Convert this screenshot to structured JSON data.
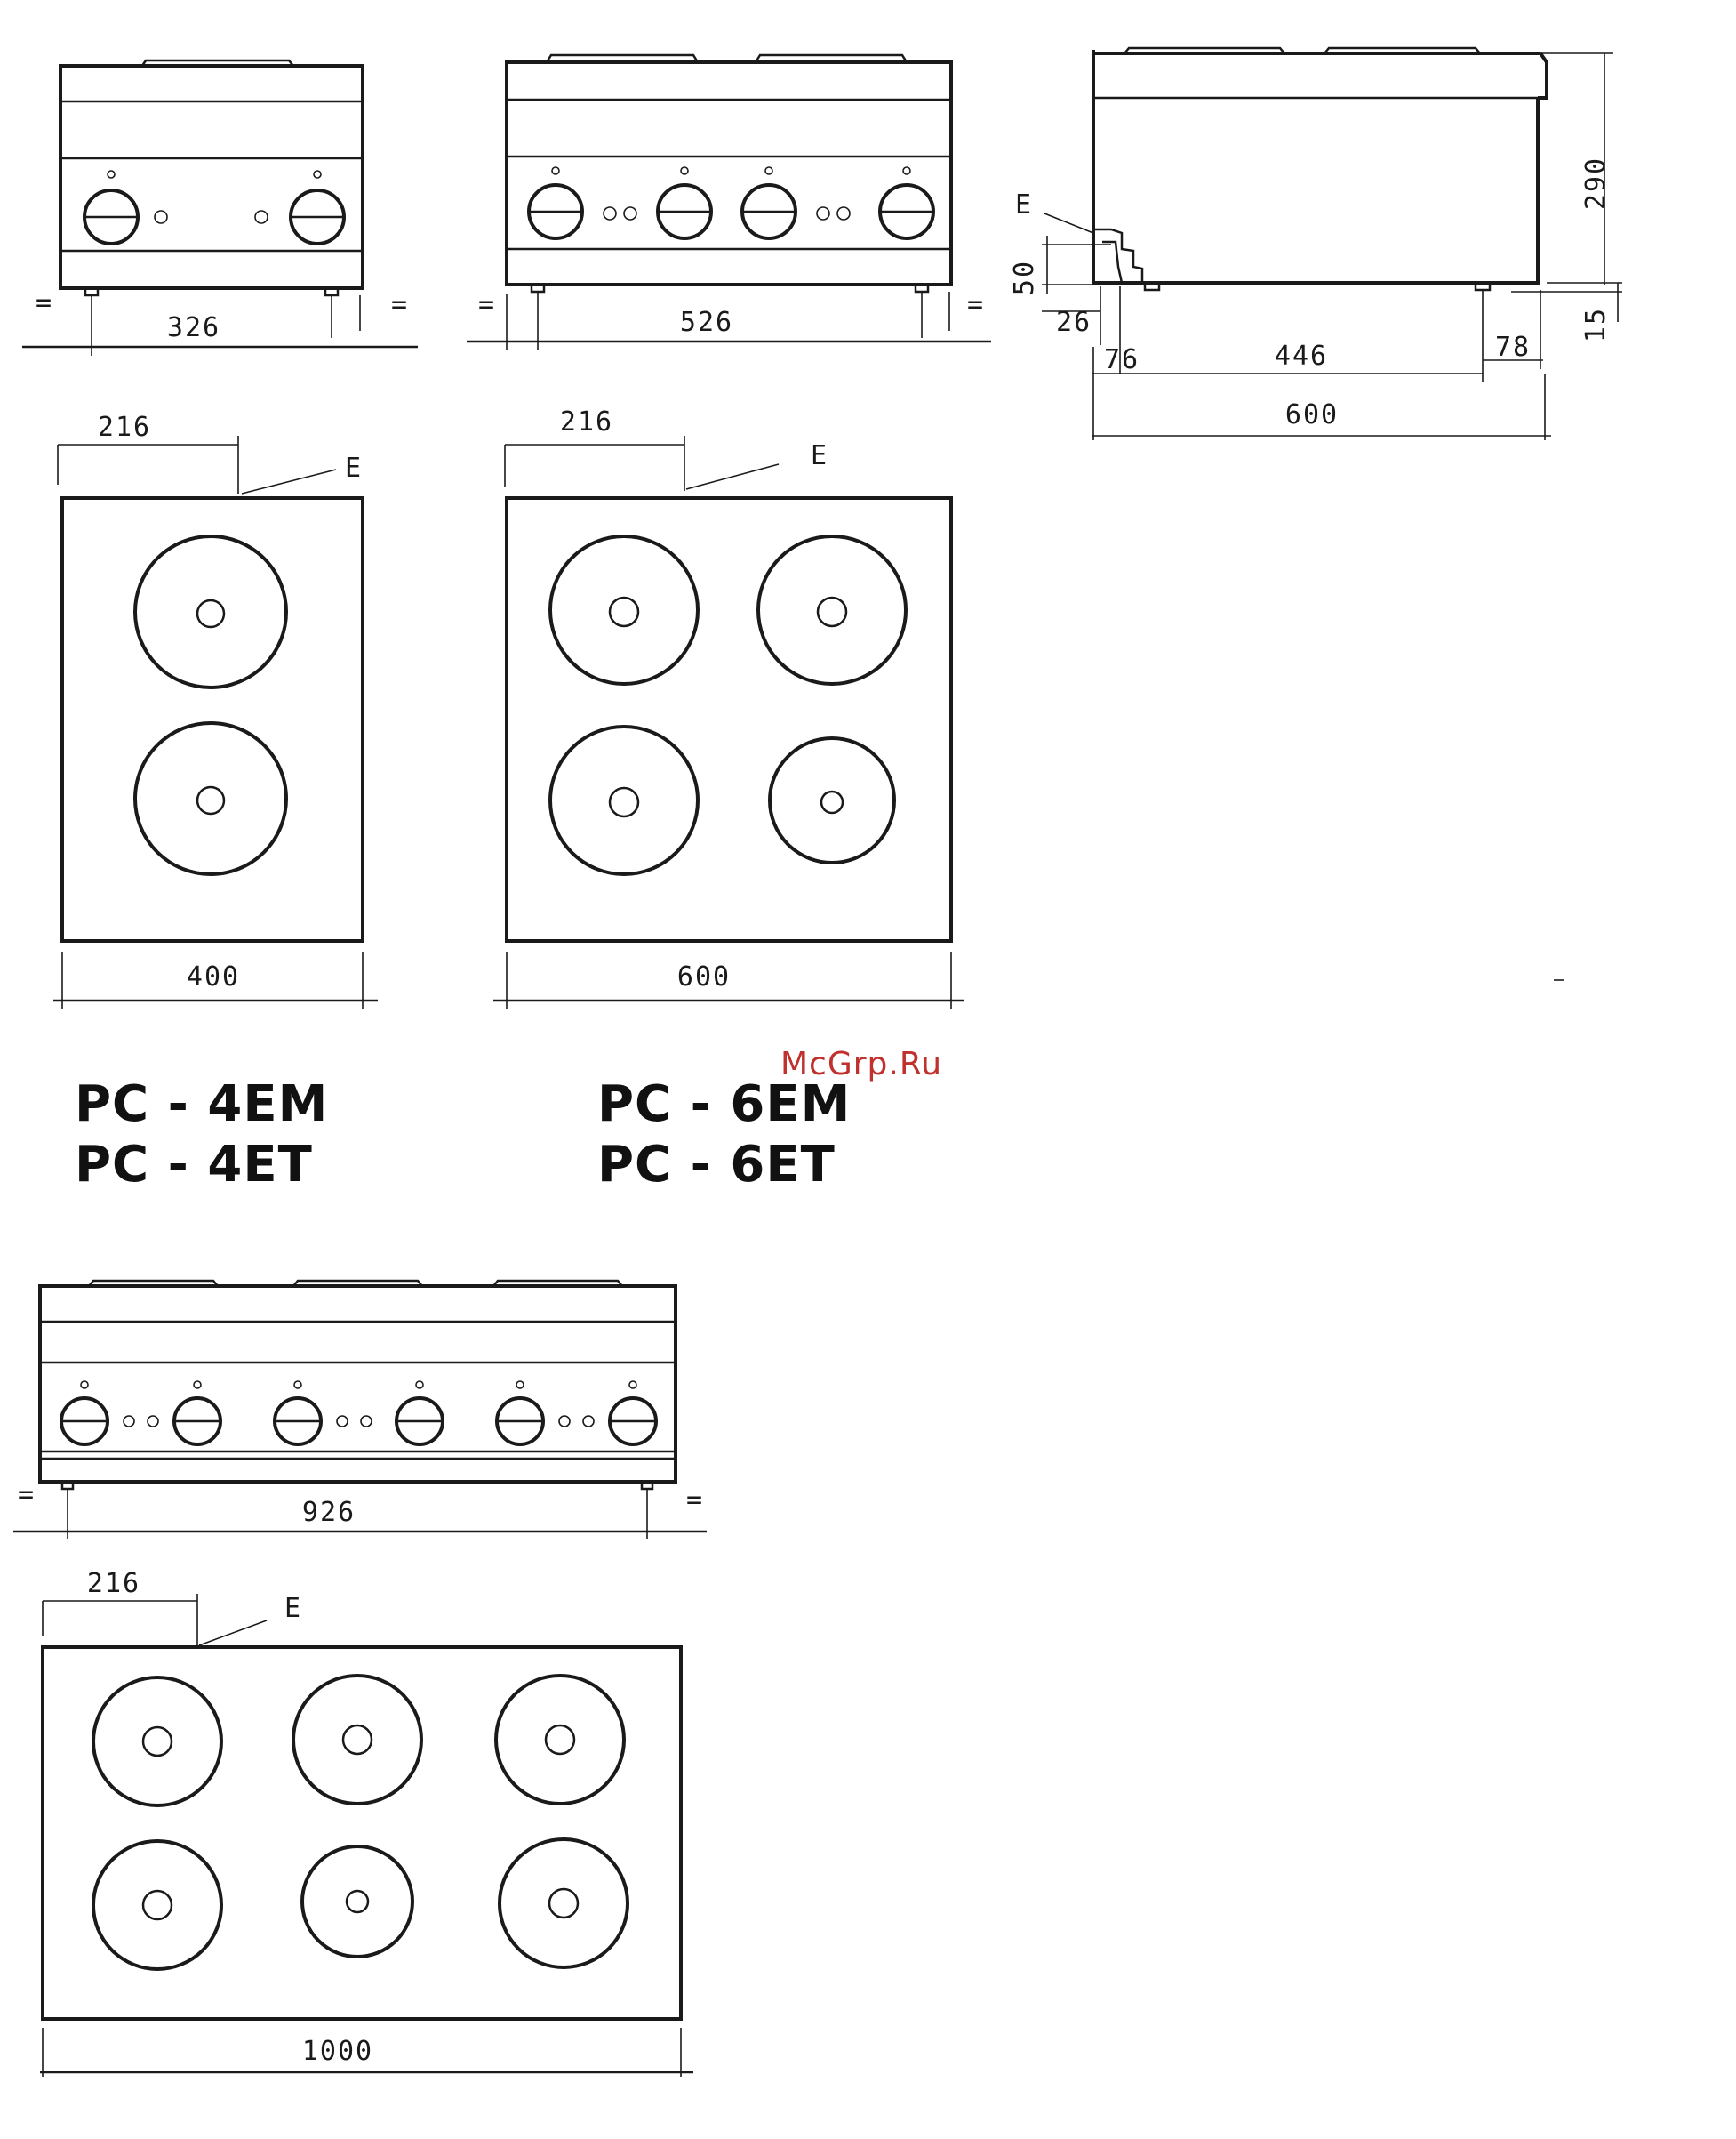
{
  "dims": {
    "w326": "326",
    "w526": "526",
    "w926": "926",
    "w400": "400",
    "w600_top": "600",
    "w1000": "1000",
    "off216_a": "216",
    "off216_b": "216",
    "off216_c": "216",
    "side_290": "290",
    "side_50": "50",
    "side_26": "26",
    "side_76": "76",
    "side_446": "446",
    "side_78": "78",
    "side_15": "15",
    "side_600": "600",
    "eq": "=",
    "e_label": "E"
  },
  "models": {
    "pc4": [
      "PC - 4EM",
      "PC - 4ET"
    ],
    "pc6": [
      "PC - 6EM",
      "PC - 6ET"
    ]
  },
  "watermark": "McGrp.Ru"
}
